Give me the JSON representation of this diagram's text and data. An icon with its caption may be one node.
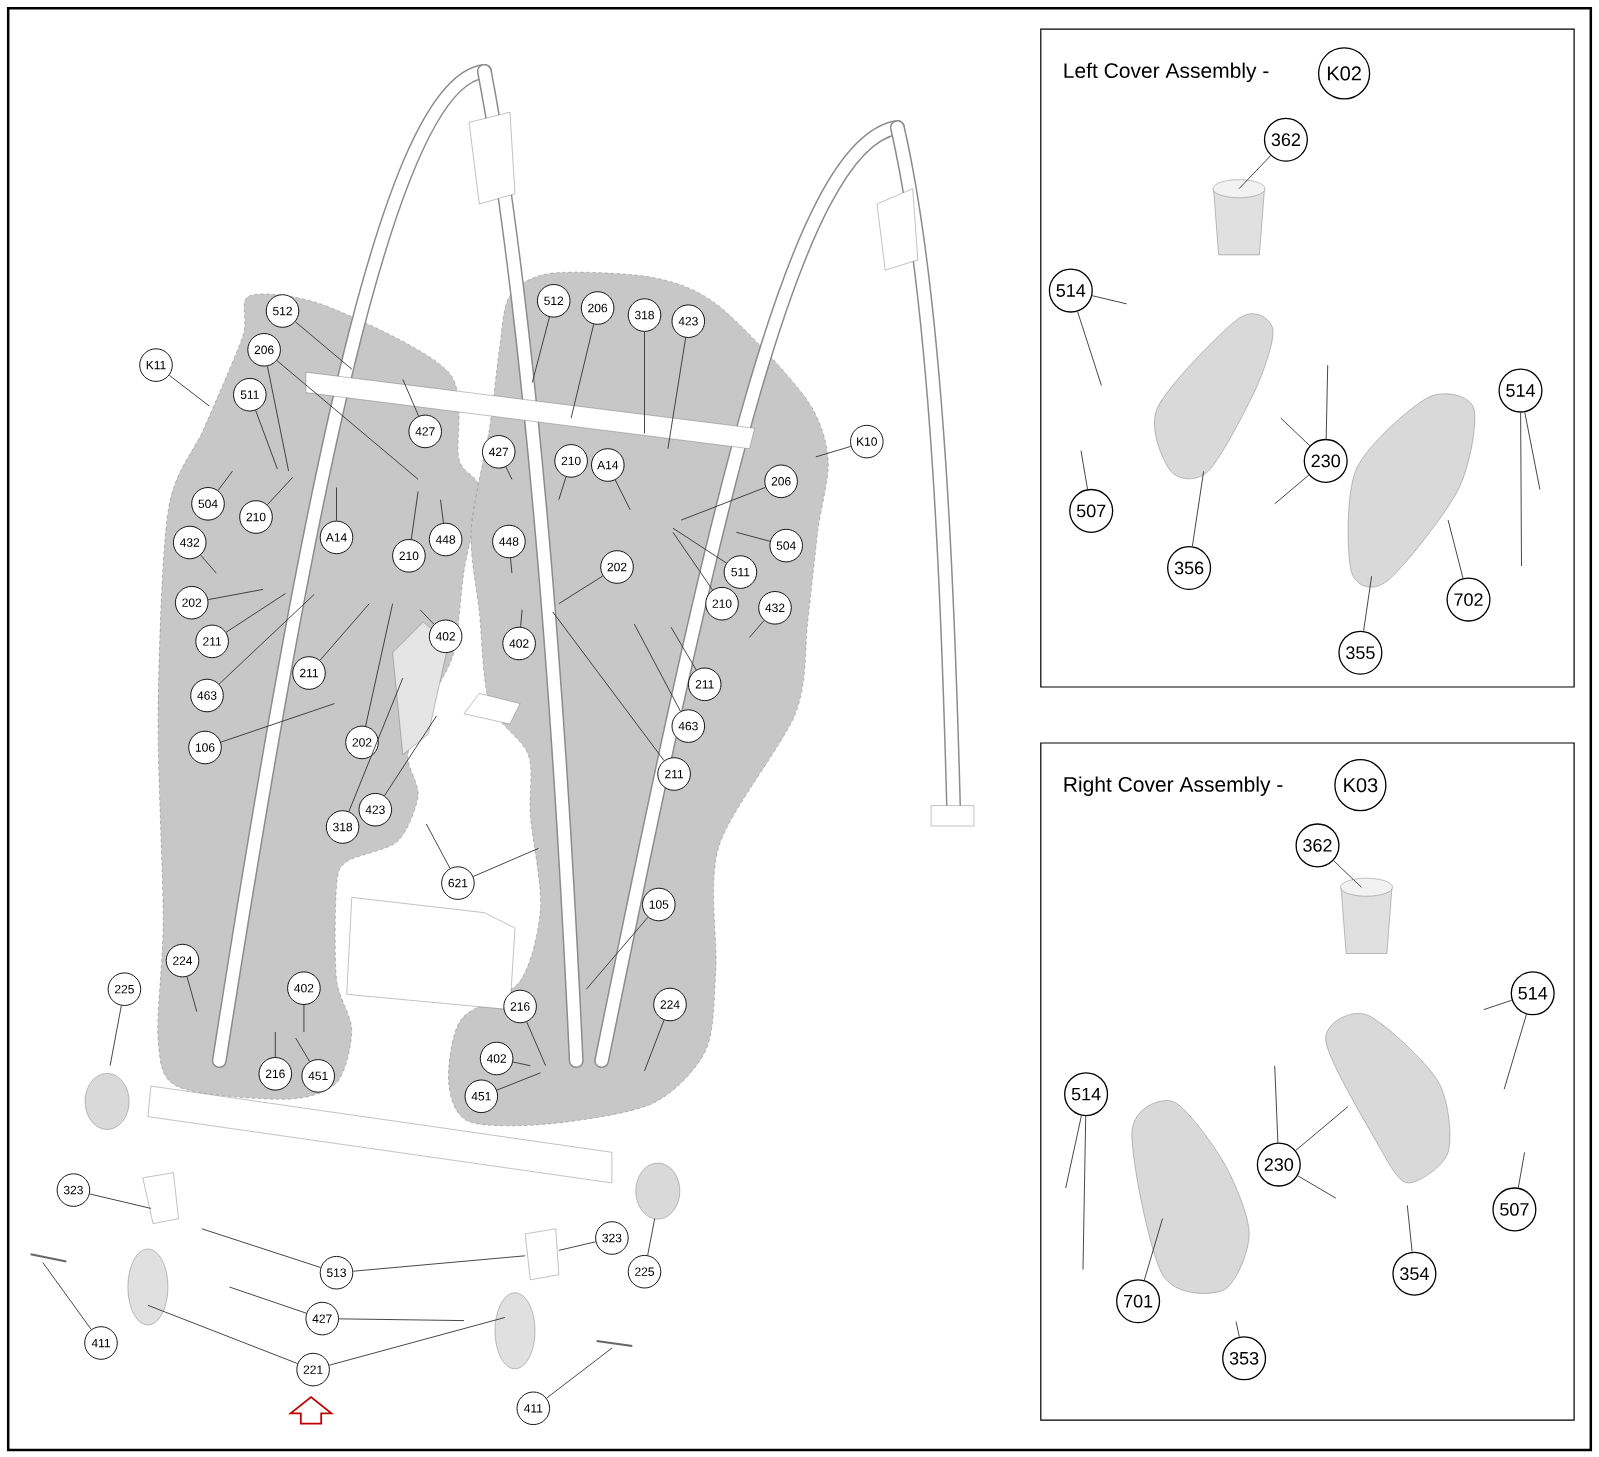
{
  "diagram": {
    "nodes": [
      {
        "text": [
          "512"
        ]
      },
      {
        "text": [
          "K11"
        ]
      },
      {
        "text": [
          "206"
        ]
      },
      {
        "text": [
          "511"
        ]
      },
      {
        "text": [
          "427"
        ]
      },
      {
        "text": [
          "504"
        ]
      },
      {
        "text": [
          "210"
        ]
      },
      {
        "text": [
          "A14"
        ]
      },
      {
        "text": [
          "432"
        ]
      },
      {
        "text": [
          "210"
        ]
      },
      {
        "text": [
          "448"
        ]
      },
      {
        "text": [
          "202"
        ]
      },
      {
        "text": [
          "211"
        ]
      },
      {
        "text": [
          "402"
        ]
      },
      {
        "text": [
          "211"
        ]
      },
      {
        "text": [
          "463"
        ]
      },
      {
        "text": [
          "106"
        ]
      },
      {
        "text": [
          "202"
        ]
      },
      {
        "text": [
          "423"
        ]
      },
      {
        "text": [
          "318"
        ]
      },
      {
        "text": [
          "224"
        ]
      },
      {
        "text": [
          "225"
        ]
      },
      {
        "text": [
          "402"
        ]
      },
      {
        "text": [
          "216"
        ]
      },
      {
        "text": [
          "451"
        ]
      },
      {
        "text": [
          "512"
        ]
      },
      {
        "text": [
          "206"
        ]
      },
      {
        "text": [
          "318"
        ]
      },
      {
        "text": [
          "423"
        ]
      },
      {
        "text": [
          "427"
        ]
      },
      {
        "text": [
          "210"
        ]
      },
      {
        "text": [
          "A14"
        ]
      },
      {
        "text": [
          "K10"
        ]
      },
      {
        "text": [
          "206"
        ]
      },
      {
        "text": [
          "448"
        ]
      },
      {
        "text": [
          "504"
        ]
      },
      {
        "text": [
          "202"
        ]
      },
      {
        "text": [
          "511"
        ]
      },
      {
        "text": [
          "210"
        ]
      },
      {
        "text": [
          "432"
        ]
      },
      {
        "text": [
          "402"
        ]
      },
      {
        "text": [
          "211"
        ]
      },
      {
        "text": [
          "463"
        ]
      },
      {
        "text": [
          "211"
        ]
      },
      {
        "text": [
          "621"
        ]
      },
      {
        "text": [
          "105"
        ]
      },
      {
        "text": [
          "216"
        ]
      },
      {
        "text": [
          "224"
        ]
      },
      {
        "text": [
          "402"
        ]
      },
      {
        "text": [
          "451"
        ]
      },
      {
        "text": [
          "323"
        ]
      },
      {
        "text": [
          "323"
        ]
      },
      {
        "text": [
          "225"
        ]
      },
      {
        "text": [
          "513"
        ]
      },
      {
        "text": [
          "411"
        ]
      },
      {
        "text": [
          "427"
        ]
      },
      {
        "text": [
          "221"
        ]
      },
      {
        "text": [
          "411"
        ]
      },
      {
        "text": [
          "Left Cover Assembly -"
        ]
      },
      {
        "text": [
          "K02"
        ],
        "in": 58
      },
      {
        "text": [
          "362"
        ],
        "in": 58
      },
      {
        "text": [
          "514"
        ],
        "in": 58
      },
      {
        "text": [
          "514"
        ],
        "in": 58
      },
      {
        "text": [
          "230"
        ],
        "in": 58
      },
      {
        "text": [
          "507"
        ],
        "in": 58
      },
      {
        "text": [
          "356"
        ],
        "in": 58
      },
      {
        "text": [
          "702"
        ],
        "in": 58
      },
      {
        "text": [
          "355"
        ],
        "in": 58
      },
      {
        "text": [
          "Right Cover Assembly -"
        ]
      },
      {
        "text": [
          "K03"
        ],
        "in": 68
      },
      {
        "text": [
          "362"
        ],
        "in": 68
      },
      {
        "text": [
          "514"
        ],
        "in": 68
      },
      {
        "text": [
          "514"
        ],
        "in": 68
      },
      {
        "text": [
          "230"
        ],
        "in": 68
      },
      {
        "text": [
          "507"
        ],
        "in": 68
      },
      {
        "text": [
          "701"
        ],
        "in": 68
      },
      {
        "text": [
          "354"
        ],
        "in": 68
      },
      {
        "text": [
          "353"
        ],
        "in": 68
      },
      {
        "text": [],
        "shape": "picture"
      },
      {
        "text": [],
        "shape": "picture",
        "in": 58
      }
    ],
    "edges": [
      {
        "from": 0,
        "to": null,
        "arrow": "none"
      },
      {
        "from": 1,
        "to": null,
        "arrow": "none"
      },
      {
        "from": 2,
        "to": null,
        "arrow": "none"
      },
      {
        "from": 2,
        "to": null,
        "arrow": "none"
      },
      {
        "from": 3,
        "to": null,
        "arrow": "none"
      },
      {
        "from": 4,
        "to": null,
        "arrow": "none"
      },
      {
        "from": 5,
        "to": null,
        "arrow": "none"
      },
      {
        "from": 6,
        "to": null,
        "arrow": "none"
      },
      {
        "from": 7,
        "to": null,
        "arrow": "none"
      },
      {
        "from": 8,
        "to": null,
        "arrow": "none"
      },
      {
        "from": 9,
        "to": null,
        "arrow": "none"
      },
      {
        "from": 10,
        "to": null,
        "arrow": "none"
      },
      {
        "from": 11,
        "to": null,
        "arrow": "none"
      },
      {
        "from": 12,
        "to": null,
        "arrow": "none"
      },
      {
        "from": 13,
        "to": null,
        "arrow": "none"
      },
      {
        "from": 14,
        "to": null,
        "arrow": "none"
      },
      {
        "from": 15,
        "to": null,
        "arrow": "none"
      },
      {
        "from": 16,
        "to": null,
        "arrow": "none"
      },
      {
        "from": 17,
        "to": null,
        "arrow": "none"
      },
      {
        "from": 18,
        "to": null,
        "arrow": "none"
      },
      {
        "from": 19,
        "to": null,
        "arrow": "none"
      },
      {
        "from": 20,
        "to": null,
        "arrow": "none"
      },
      {
        "from": 21,
        "to": null,
        "arrow": "none"
      },
      {
        "from": 22,
        "to": null,
        "arrow": "none"
      },
      {
        "from": 23,
        "to": null,
        "arrow": "none"
      },
      {
        "from": 24,
        "to": null,
        "arrow": "none"
      },
      {
        "from": 25,
        "to": null,
        "arrow": "none"
      },
      {
        "from": 26,
        "to": null,
        "arrow": "none"
      },
      {
        "from": 27,
        "to": null,
        "arrow": "none"
      },
      {
        "from": 28,
        "to": null,
        "arrow": "none"
      },
      {
        "from": 29,
        "to": null,
        "arrow": "none"
      },
      {
        "from": 30,
        "to": null,
        "arrow": "none"
      },
      {
        "from": 31,
        "to": null,
        "arrow": "none"
      },
      {
        "from": 32,
        "to": null,
        "arrow": "none"
      },
      {
        "from": 33,
        "to": null,
        "arrow": "none"
      },
      {
        "from": 34,
        "to": null,
        "arrow": "none"
      },
      {
        "from": 35,
        "to": null,
        "arrow": "none"
      },
      {
        "from": 36,
        "to": null,
        "arrow": "none"
      },
      {
        "from": 37,
        "to": null,
        "arrow": "none"
      },
      {
        "from": 38,
        "to": null,
        "arrow": "none"
      },
      {
        "from": 39,
        "to": null,
        "arrow": "none"
      },
      {
        "from": 40,
        "to": null,
        "arrow": "none"
      },
      {
        "from": 41,
        "to": null,
        "arrow": "none"
      },
      {
        "from": 42,
        "to": null,
        "arrow": "none"
      },
      {
        "from": 43,
        "to": null,
        "arrow": "none"
      },
      {
        "from": 44,
        "to": null,
        "arrow": "none"
      },
      {
        "from": 44,
        "to": null,
        "arrow": "none"
      },
      {
        "from": 45,
        "to": null,
        "arrow": "none"
      },
      {
        "from": 46,
        "to": null,
        "arrow": "none"
      },
      {
        "from": 47,
        "to": null,
        "arrow": "none"
      },
      {
        "from": 48,
        "to": null,
        "arrow": "none"
      },
      {
        "from": 49,
        "to": null,
        "arrow": "none"
      },
      {
        "from": 50,
        "to": null,
        "arrow": "none"
      },
      {
        "from": 51,
        "to": 78,
        "arrow": "none"
      },
      {
        "from": 52,
        "to": null,
        "arrow": "none"
      },
      {
        "from": 53,
        "to": null,
        "arrow": "none"
      },
      {
        "from": 53,
        "to": 78,
        "arrow": "none"
      },
      {
        "from": 54,
        "to": null,
        "arrow": "none"
      },
      {
        "from": 55,
        "to": null,
        "arrow": "none"
      },
      {
        "from": 55,
        "to": null,
        "arrow": "none"
      },
      {
        "from": 56,
        "to": null,
        "arrow": "none"
      },
      {
        "from": 56,
        "to": null,
        "arrow": "none"
      },
      {
        "from": 57,
        "to": null,
        "arrow": "none"
      },
      {
        "from": 60,
        "to": null,
        "arrow": "none"
      },
      {
        "from": 61,
        "to": null,
        "arrow": "none"
      },
      {
        "from": 61,
        "to": null,
        "arrow": "none"
      },
      {
        "from": 62,
        "to": null,
        "arrow": "none"
      },
      {
        "from": 62,
        "to": null,
        "arrow": "none"
      },
      {
        "from": 63,
        "to": null,
        "arrow": "none"
      },
      {
        "from": 63,
        "to": null,
        "arrow": "none"
      },
      {
        "from": 63,
        "to": null,
        "arrow": "none"
      },
      {
        "from": 64,
        "to": null,
        "arrow": "none"
      },
      {
        "from": 65,
        "to": 79,
        "arrow": "none"
      },
      {
        "from": 66,
        "to": null,
        "arrow": "none"
      },
      {
        "from": 67,
        "to": null,
        "arrow": "none"
      },
      {
        "from": 70,
        "to": null,
        "arrow": "none"
      },
      {
        "from": 71,
        "to": null,
        "arrow": "none"
      },
      {
        "from": 71,
        "to": null,
        "arrow": "none"
      },
      {
        "from": 72,
        "to": null,
        "arrow": "none"
      },
      {
        "from": 72,
        "to": null,
        "arrow": "none"
      },
      {
        "from": 73,
        "to": null,
        "arrow": "none"
      },
      {
        "from": 73,
        "to": null,
        "arrow": "none"
      },
      {
        "from": 73,
        "to": null,
        "arrow": "none"
      },
      {
        "from": 74,
        "to": null,
        "arrow": "none"
      },
      {
        "from": 75,
        "to": null,
        "arrow": "none"
      },
      {
        "from": 76,
        "to": null,
        "arrow": "none"
      },
      {
        "from": 77,
        "to": null,
        "arrow": "none"
      }
    ]
  }
}
